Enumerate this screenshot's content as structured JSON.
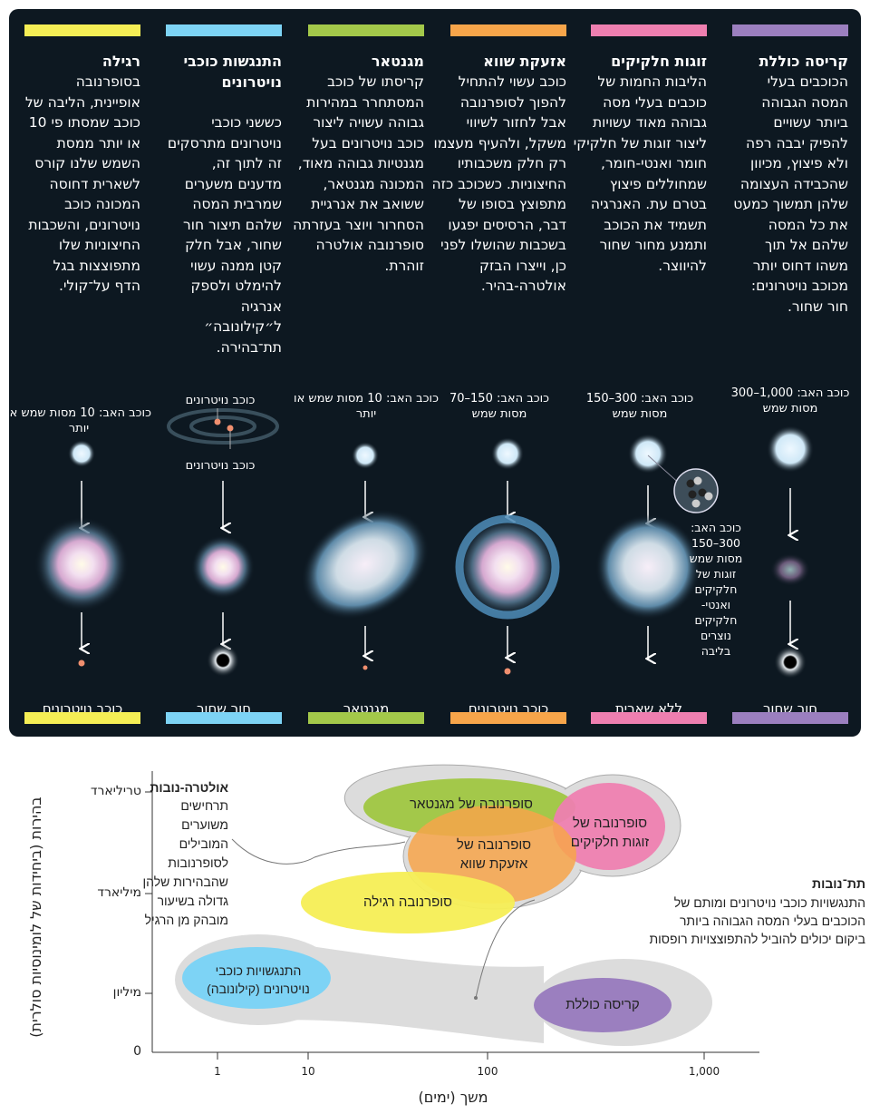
{
  "columns": [
    {
      "key": "collapse",
      "color": "#9b7fbf",
      "title": "קריסה כוללת",
      "body": "הכוכבים בעלי המסה הגבוהה ביותר עשויים להפיק יבבה רפה ולא פיצוץ, מכיוון שהכבידה העצומה שלהן תמשוך כמעט את כל המסה שלהם אל תוך משהו דחוס יותר מכוכב נויטרונים: חור שחור.",
      "progenitor": "כוכב האב: 1,000–300 מסות שמש",
      "result": "חור שחור"
    },
    {
      "key": "pair",
      "color": "#ee7fb0",
      "title": "זוגות חלקיקים",
      "body": "הליבות החמות של כוכבים בעלי מסה גבוהה מאוד עשויות ליצור זוגות של חלקיקי חומר ואנטי-חומר, שמחוללים פיצוץ בטרם עת. האנרגיה תשמיד את הכוכב ותמנע מחור שחור להיווצר.",
      "progenitor": "כוכב האב: 300–150 מסות שמש",
      "result": "ללא שארית",
      "inset_note": "כוכב האב: 300–150 מסות שמש זוגות של חלקיקים ואנטי- חלקיקים נוצרים בליבה"
    },
    {
      "key": "ppi",
      "color": "#f7a54a",
      "title": "אזעקת שווא",
      "body": "כוכב עשוי להתחיל להפוך לסופרנובה אבל לחזור לשיווי משקל, ולהעיף מעצמו רק חלק משכבותיו החיצוניות. כשכוכב כזה מתפוצץ בסופו של דבר, הרסיסים יפגעו בשכבות שהושלו לפני כן, וייצרו הבזק אולטרה-בהיר.",
      "progenitor": "כוכב האב: 150–70 מסות שמש",
      "result": "כוכב נויטרונים"
    },
    {
      "key": "magnetar",
      "color": "#a3c84a",
      "title": "מגנטאר",
      "body": "קריסתו של כוכב המסתחרר במהירות גבוהה עשויה ליצור כוכב נויטרונים בעל מגנטיות גבוהה מאוד, המכונה מגנטאר, ששואב את אנרגיית הסחרור ויוצר בעזרתה סופרנובה אולטרה זוהרת.",
      "progenitor": "כוכב האב: 10 מסות שמש או יותר",
      "result": "מגנטאר"
    },
    {
      "key": "merger",
      "color": "#7dd3f5",
      "title": "התנגשות כוכבי נויטרונים",
      "body": "כששני כוכבי נויטרונים מתרסקים זה לתוך זה, מדענים משערים שמרבית המסה שלהם תיצור חור שחור, אבל חלק קטן ממנה עשוי להימלט ולספק אנרגיה ל״קילונובה״ תת־בהירה.",
      "progenitor": "כוכב נויטרונים",
      "progenitor2": "כוכב נויטרונים",
      "result": "חור שחור"
    },
    {
      "key": "regular",
      "color": "#f5ee55",
      "title": "רגילה",
      "body": "בסופרנובה אופיינית, הליבה של כוכב שמסתו פי 10 או יותר ממסת השמש שלנו קורס לשארית דחוסה המכונה כוכב נויטרונים, והשכבות החיצוניות שלו מתפוצצות בגל הדף על־קולי.",
      "progenitor": "כוכב האב: 10 מסות שמש או יותר",
      "result": "כוכב נויטרונים"
    }
  ],
  "chart": {
    "ylabel": "בהירות (ביחידות של לומינוסיות סולרית)",
    "xlabel": "משך (ימים)",
    "yticks": [
      "טריליארד",
      "מיליארד",
      "מיליון",
      "0"
    ],
    "xticks": [
      "1",
      "10",
      "100",
      "1,000"
    ],
    "regions": {
      "magnetar": "סופרנובה של מגנטאר",
      "pair": "סופרנובה של זוגות חלקיקים",
      "ppi": "סופרנובה של אזעקת שווא",
      "regular": "סופרנובה רגילה",
      "merger": "התנגשויות כוכבי נויטרונים (קילונובה)",
      "collapse": "קריסה כוללת"
    },
    "ultra": {
      "title": "אולטרה-נובות",
      "body": "תרחישים משוערים המובילים לסופרנובות שהבהירות שלהן גדולה בשיעור מובהק מן הרגיל"
    },
    "sub": {
      "title": "תת־נובות",
      "body": "התנגשויות כוכבי נויטרונים ומותם של הכוכבים בעלי המסה הגבוהה ביותר ביקום יכולים להוביל להתפוצצויות רופסות"
    }
  }
}
